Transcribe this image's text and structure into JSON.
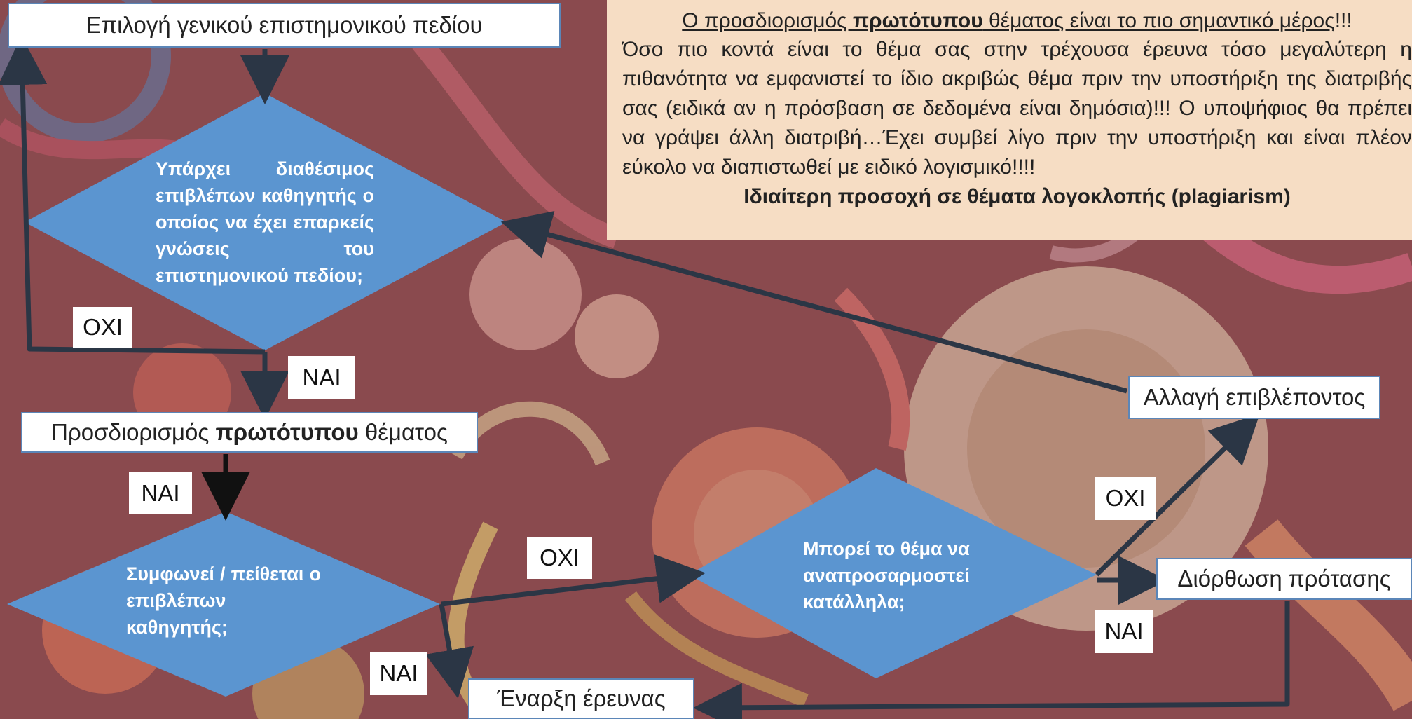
{
  "colors": {
    "background": "#8a4a4e",
    "diamond": "#5b95d0",
    "arrow": "#2b3645",
    "note_bg": "#f6ddc4",
    "box_border": "#5b86b8"
  },
  "boxes": {
    "select_field": "Επιλογή γενικού επιστημονικού πεδίου",
    "define_topic_pre": "Προσδιορισμός ",
    "define_topic_bold": "πρωτότυπου",
    "define_topic_post": " θέματος",
    "change_supervisor": "Αλλαγή επιβλέποντος",
    "revise_proposal": "Διόρθωση πρότασης",
    "start_research": "Έναρξη έρευνας"
  },
  "diamonds": {
    "supervisor_available": "Υπάρχει διαθέσιμος επιβλέπων καθηγητής ο οποίος να έχει επαρκείς γνώσεις του επιστημονικού πεδίου;",
    "supervisor_agrees": "Συμφωνεί / πείθεται ο επιβλέπων καθηγητής;",
    "topic_adaptable": "Μπορεί το θέμα να αναπροσαρμοστεί κατάλληλα;"
  },
  "labels": {
    "no_1": "ΟΧΙ",
    "yes_1": "ΝΑΙ",
    "yes_2": "ΝΑΙ",
    "no_2": "ΟΧΙ",
    "yes_3": "ΝΑΙ",
    "no_3": "ΟΧΙ",
    "yes_4": "ΝΑΙ"
  },
  "note": {
    "head_pre": "Ο προσδιορισμός ",
    "head_bold": "πρωτότυπου",
    "head_post": " θέματος είναι το πιο σημαντικό μέρος",
    "head_tail": "!!!",
    "body": "Όσο πιο κοντά είναι το θέμα σας στην τρέχουσα έρευνα τόσο μεγαλύτερη η πιθανότητα να εμφανιστεί το ίδιο ακριβώς θέμα πριν την υποστήριξη της διατριβής σας (ειδικά αν η πρόσβαση σε δεδομένα είναι δημόσια)!!! Ο υποψήφιος θα πρέπει να γράψει άλλη διατριβή…Έχει συμβεί λίγο πριν την υποστήριξη και είναι πλέον εύκολο να διαπιστωθεί με ειδικό λογισμικό!!!!",
    "warning": "Ιδιαίτερη προσοχή σε θέματα λογοκλοπής (plagiarism)"
  }
}
